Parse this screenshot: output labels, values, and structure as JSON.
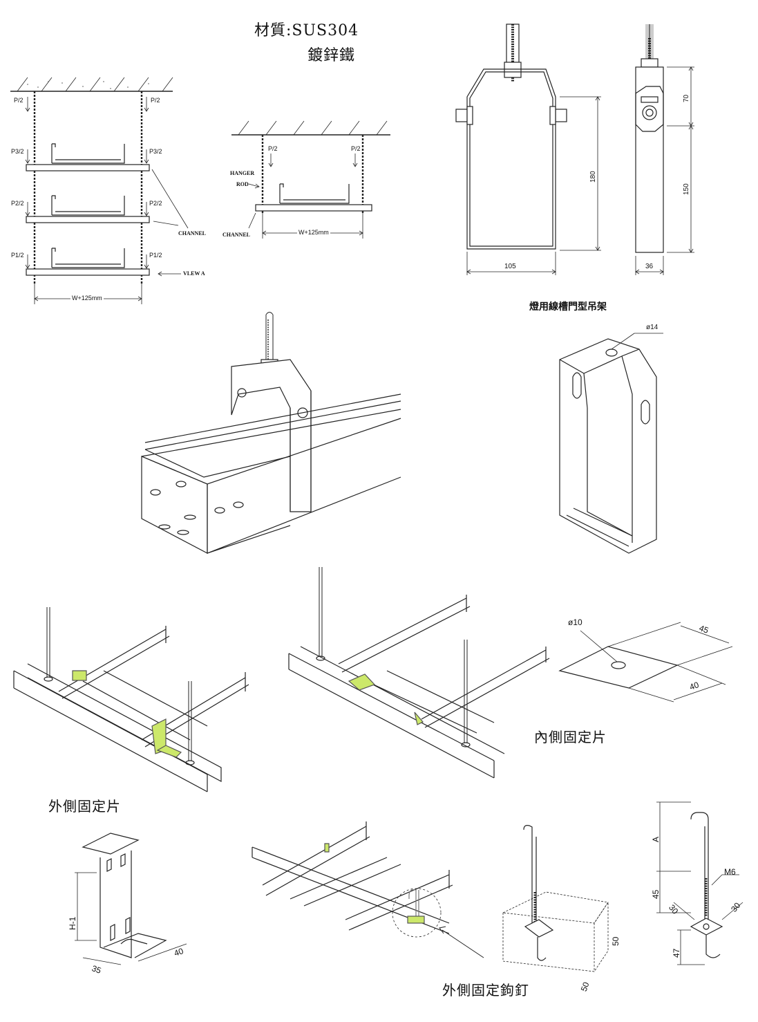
{
  "material": {
    "line1": "材質:SUS304",
    "line2": "鍍鋅鐵"
  },
  "fig1": {
    "loads": {
      "p": "P/2",
      "p3": "P3/2",
      "p2": "P2/2",
      "p1": "P1/2"
    },
    "channel": "CHANNEL",
    "view": "VLEW A",
    "width": "W+125mm"
  },
  "fig2": {
    "load": "P/2",
    "hanger": "HANGER",
    "rod": "ROD",
    "channel": "CHANNEL",
    "width": "W+125mm"
  },
  "hanger_front": {
    "height": "180",
    "width": "105"
  },
  "hanger_side": {
    "top": "70",
    "body": "150",
    "width": "36"
  },
  "gate_hanger": {
    "title": "燈用線槽門型吊架",
    "hole": "ø14"
  },
  "inner_plate": {
    "hole": "ø10",
    "len_a": "45",
    "len_b": "40",
    "caption": "內側固定片"
  },
  "outer_plate": {
    "caption": "外側固定片",
    "height": "H-1",
    "w1": "35",
    "w2": "40"
  },
  "hook": {
    "caption": "外側固定鉤釘",
    "h": "50",
    "w": "50"
  },
  "hook_detail": {
    "a": "A",
    "b": "45",
    "thread": "M6",
    "c1": "30",
    "c2": "30",
    "d": "47"
  }
}
